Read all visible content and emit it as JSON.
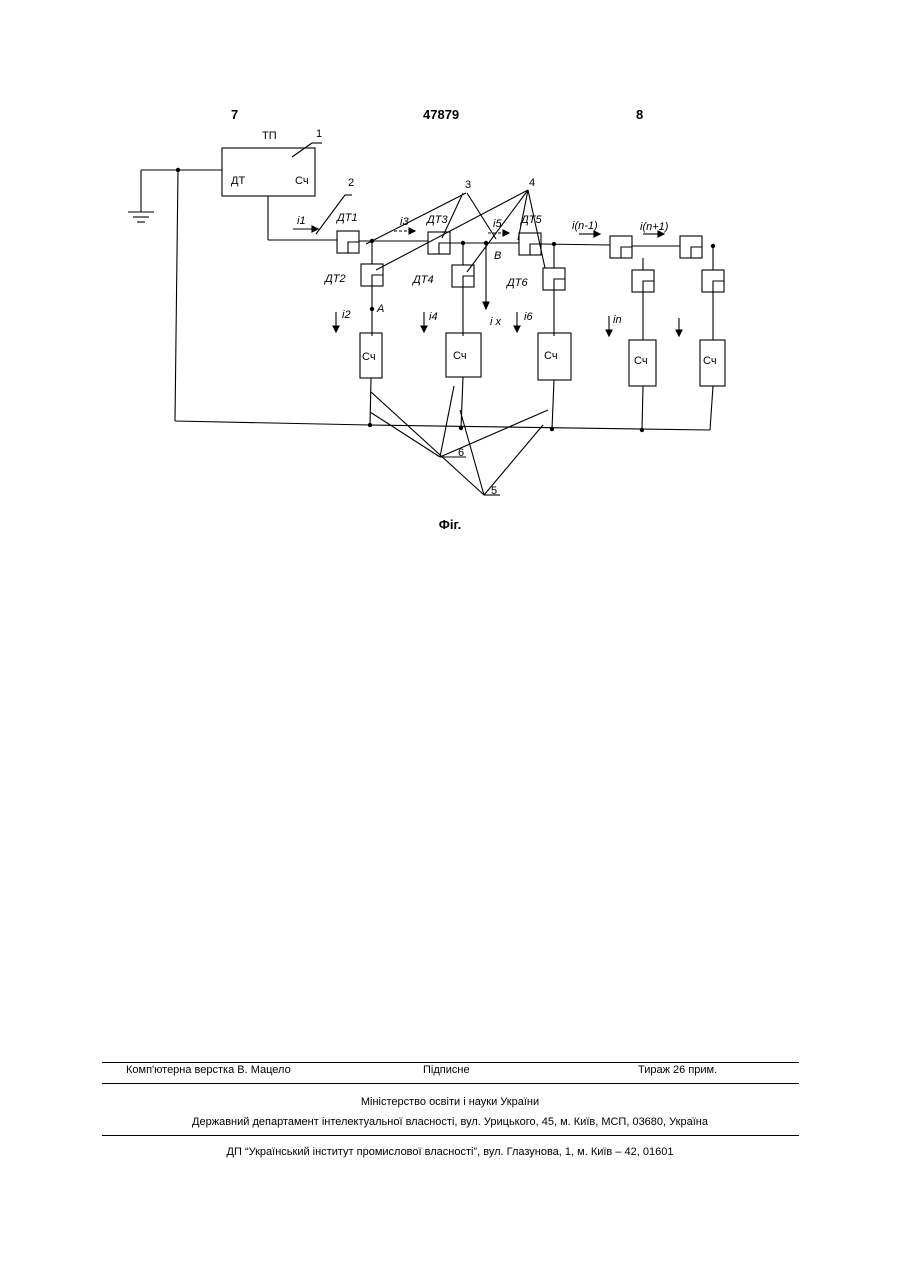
{
  "header": {
    "left_page": "7",
    "patent_number": "47879",
    "right_page": "8"
  },
  "diagram": {
    "tp_label": "ТП",
    "dt_label": "ДТ",
    "sch_label": "Сч",
    "ref_1": "1",
    "ref_2": "2",
    "ref_3": "3",
    "ref_4": "4",
    "ref_5": "5",
    "ref_6": "6",
    "dt1": "ДТ1",
    "dt2": "ДТ2",
    "dt3": "ДТ3",
    "dt4": "ДТ4",
    "dt5": "ДТ5",
    "dt6": "ДТ6",
    "i1": "i1",
    "i2": "i2",
    "i3": "i3",
    "i4": "i4",
    "i5": "i5",
    "i6": "i6",
    "ix": "i x",
    "in": "in",
    "i_n_minus_1": "i(n-1)",
    "i_n_plus_1": "i(n+1)",
    "node_a": "A",
    "node_b": "B"
  },
  "caption": "Фіг.",
  "footer": {
    "layout": "Комп'ютерна верстка В. Мацело",
    "signed": "Підписне",
    "circulation": "Тираж 26 прим.",
    "ministry": "Міністерство освіти і науки України",
    "department": "Державний департамент інтелектуальної власності, вул. Урицького, 45, м. Київ, МСП, 03680, Україна",
    "institute": "ДП “Український інститут промислової власності”, вул. Глазунова, 1, м. Київ – 42, 01601"
  }
}
